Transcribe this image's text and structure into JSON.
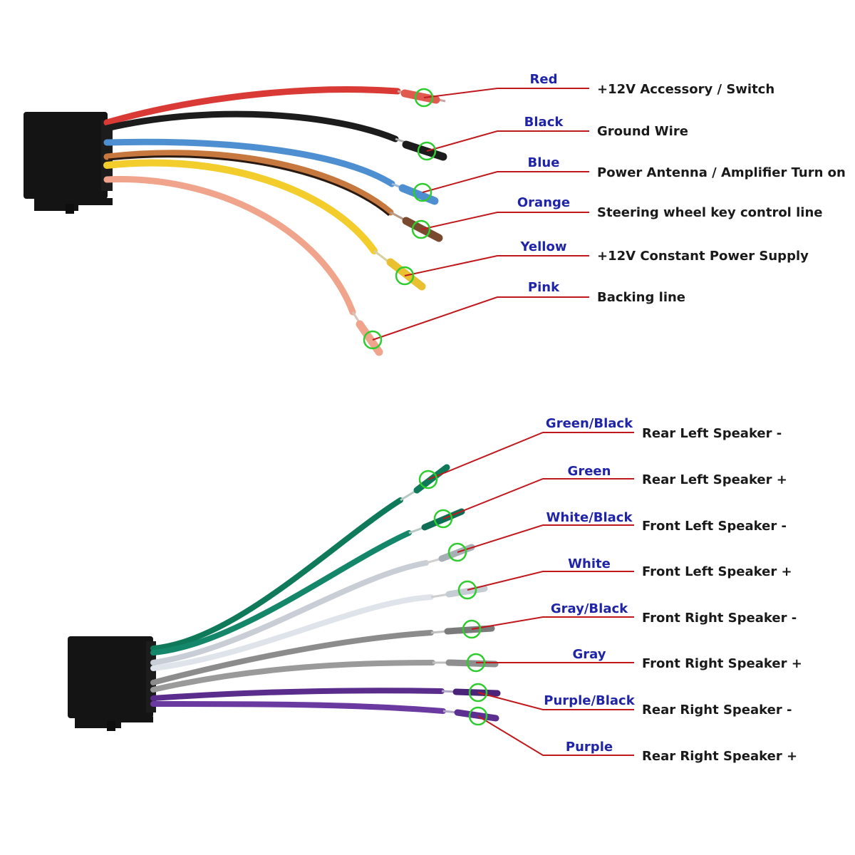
{
  "colors": {
    "leader": "#c0181c",
    "marker": "#2ecc2e",
    "name_text": "#1f24a8",
    "desc_text": "#1a1a1a",
    "connector": "#141414"
  },
  "top_harness": {
    "wires": [
      {
        "id": "red",
        "name": "Red",
        "desc": "+12V  Accessory / Switch",
        "color": "#d93a36"
      },
      {
        "id": "black",
        "name": "Black",
        "desc": "Ground Wire",
        "color": "#1c1c1c"
      },
      {
        "id": "blue",
        "name": "Blue",
        "desc": "Power Antenna / Amplifier Turn on",
        "color": "#4d8fd1"
      },
      {
        "id": "orange",
        "name": "Orange",
        "desc": "Steering wheel key control line",
        "color": "#c6783e"
      },
      {
        "id": "yellow",
        "name": "Yellow",
        "desc": "+12V Constant Power Supply",
        "color": "#f2cd2c"
      },
      {
        "id": "pink",
        "name": "Pink",
        "desc": "Backing line",
        "color": "#f0a48c"
      }
    ]
  },
  "bottom_harness": {
    "wires": [
      {
        "id": "green-black",
        "name": "Green/Black",
        "desc": "Rear Left Speaker -",
        "color": "#0e7a5a"
      },
      {
        "id": "green",
        "name": "Green",
        "desc": "Rear Left Speaker +",
        "color": "#14866a"
      },
      {
        "id": "white-black",
        "name": "White/Black",
        "desc": "Front Left Speaker -",
        "color": "#c9ced6"
      },
      {
        "id": "white",
        "name": "White",
        "desc": "Front Left Speaker +",
        "color": "#dfe3ea"
      },
      {
        "id": "gray-black",
        "name": "Gray/Black",
        "desc": "Front Right Speaker -",
        "color": "#8c8c8c"
      },
      {
        "id": "gray",
        "name": "Gray",
        "desc": "Front Right Speaker +",
        "color": "#9a9a9a"
      },
      {
        "id": "purple-black",
        "name": "Purple/Black",
        "desc": "Rear Right Speaker -",
        "color": "#5a2d8c"
      },
      {
        "id": "purple",
        "name": "Purple",
        "desc": "Rear Right Speaker +",
        "color": "#6b3aa0"
      }
    ]
  }
}
